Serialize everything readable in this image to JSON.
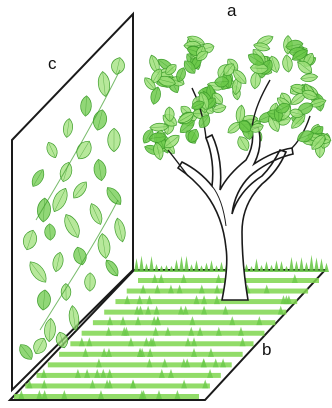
{
  "labels": {
    "a": "a",
    "b": "b",
    "c": "c"
  },
  "colors": {
    "leaf_light": "#9fe07a",
    "leaf_mid": "#6cc94a",
    "leaf_dark": "#3f9e2c",
    "outline": "#1a1a1a",
    "trunk_fill": "#ffffff",
    "grass": "#7fd64f",
    "background": "#ffffff"
  },
  "parts": [
    {
      "id": "a",
      "subject": "tree"
    },
    {
      "id": "b",
      "subject": "ground"
    },
    {
      "id": "c",
      "subject": "vertical-panel"
    }
  ]
}
